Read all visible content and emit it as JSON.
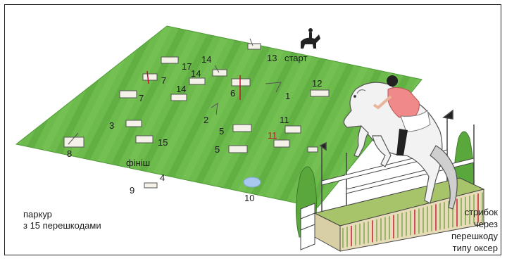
{
  "course": {
    "numbers": {
      "n13": "13",
      "n14a": "14",
      "n14b": "14",
      "n14c": "14",
      "n17": "17",
      "n7a": "7",
      "n7b": "7",
      "n6": "6",
      "n1": "1",
      "n12": "12",
      "n2": "2",
      "n3": "3",
      "n15": "15",
      "n8": "8",
      "n5a": "5",
      "n5b": "5",
      "n11a": "11",
      "n11b": "11",
      "n4": "4",
      "n9": "9",
      "n10": "10"
    },
    "start_label": "старт",
    "finish_label": "фініш"
  },
  "captions": {
    "course_line1": "паркур",
    "course_line2": "з 15 перешкодами",
    "jump_line1": "стрибок",
    "jump_line2": "через",
    "jump_line3": "перешкоду",
    "jump_line4": "типу оксер"
  },
  "colors": {
    "field_light": "#7cc45a",
    "field_dark": "#5aa83c",
    "rider_shirt": "#f08a8a",
    "hedge": "#8fb35a",
    "accent_red": "#c8102e"
  }
}
